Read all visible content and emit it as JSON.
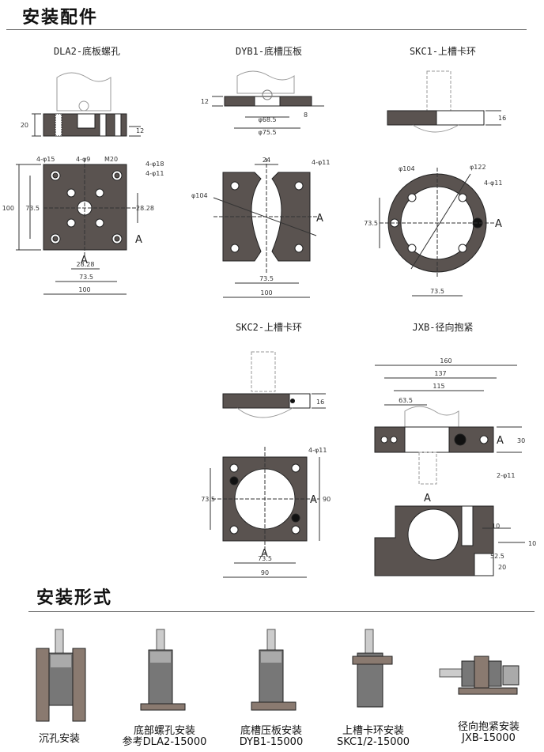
{
  "section1": {
    "title": "安装配件"
  },
  "section2": {
    "title": "安装形式"
  },
  "parts": {
    "dla2": {
      "caption": "DLA2-底板螺孔",
      "dims": {
        "h20": "20",
        "h12": "12",
        "phi15": "4-φ15",
        "phi9": "4-φ9",
        "m20": "M20",
        "phi18": "4-φ18",
        "phi11": "4-φ11",
        "d100v": "100",
        "d73_5v": "73.5",
        "d28_28a": "28.28",
        "d28_28b": "28.28",
        "d73_5h": "73.5",
        "d100h": "100",
        "a1": "A",
        "a2": "A"
      }
    },
    "dyb1": {
      "caption": "DYB1-底槽压板",
      "dims": {
        "h12": "12",
        "h8": "8",
        "phi68": "φ68.5",
        "phi75": "φ75.5",
        "w24": "24",
        "phi11": "4-φ11",
        "phi104": "φ104",
        "d73_5": "73.5",
        "d100": "100",
        "a1": "A"
      }
    },
    "skc1": {
      "caption": "SKC1-上槽卡环",
      "dims": {
        "h16": "16",
        "phi104": "φ104",
        "phi122": "φ122",
        "phi11": "4-φ11",
        "d73_5v": "73.5",
        "d73_5h": "73.5",
        "a1": "A"
      }
    },
    "skc2": {
      "caption": "SKC2-上槽卡环",
      "dims": {
        "h16": "16",
        "phi11": "4-φ11",
        "d73_5v": "73.5",
        "d90v": "90",
        "d73_5h": "73.5",
        "d90h": "90",
        "a1": "A",
        "a2": "A"
      }
    },
    "jxb": {
      "caption": "JXB-径向抱紧",
      "dims": {
        "w160": "160",
        "w137": "137",
        "w115": "115",
        "w63_5": "63.5",
        "h30": "30",
        "phi11": "2-φ11",
        "h10": "10",
        "h52_5": "52.5",
        "h20": "20",
        "h10b": "10",
        "a1": "A",
        "a2": "A"
      }
    }
  },
  "mounting": [
    {
      "line1": "沉孔安装",
      "line2": ""
    },
    {
      "line1": "底部螺孔安装",
      "line2": "参考DLA2-15000"
    },
    {
      "line1": "底槽压板安装",
      "line2": "DYB1-15000"
    },
    {
      "line1": "上槽卡环安装",
      "line2": "SKC1/2-15000"
    },
    {
      "line1": "径向抱紧安装",
      "line2": "JXB-15000"
    }
  ]
}
